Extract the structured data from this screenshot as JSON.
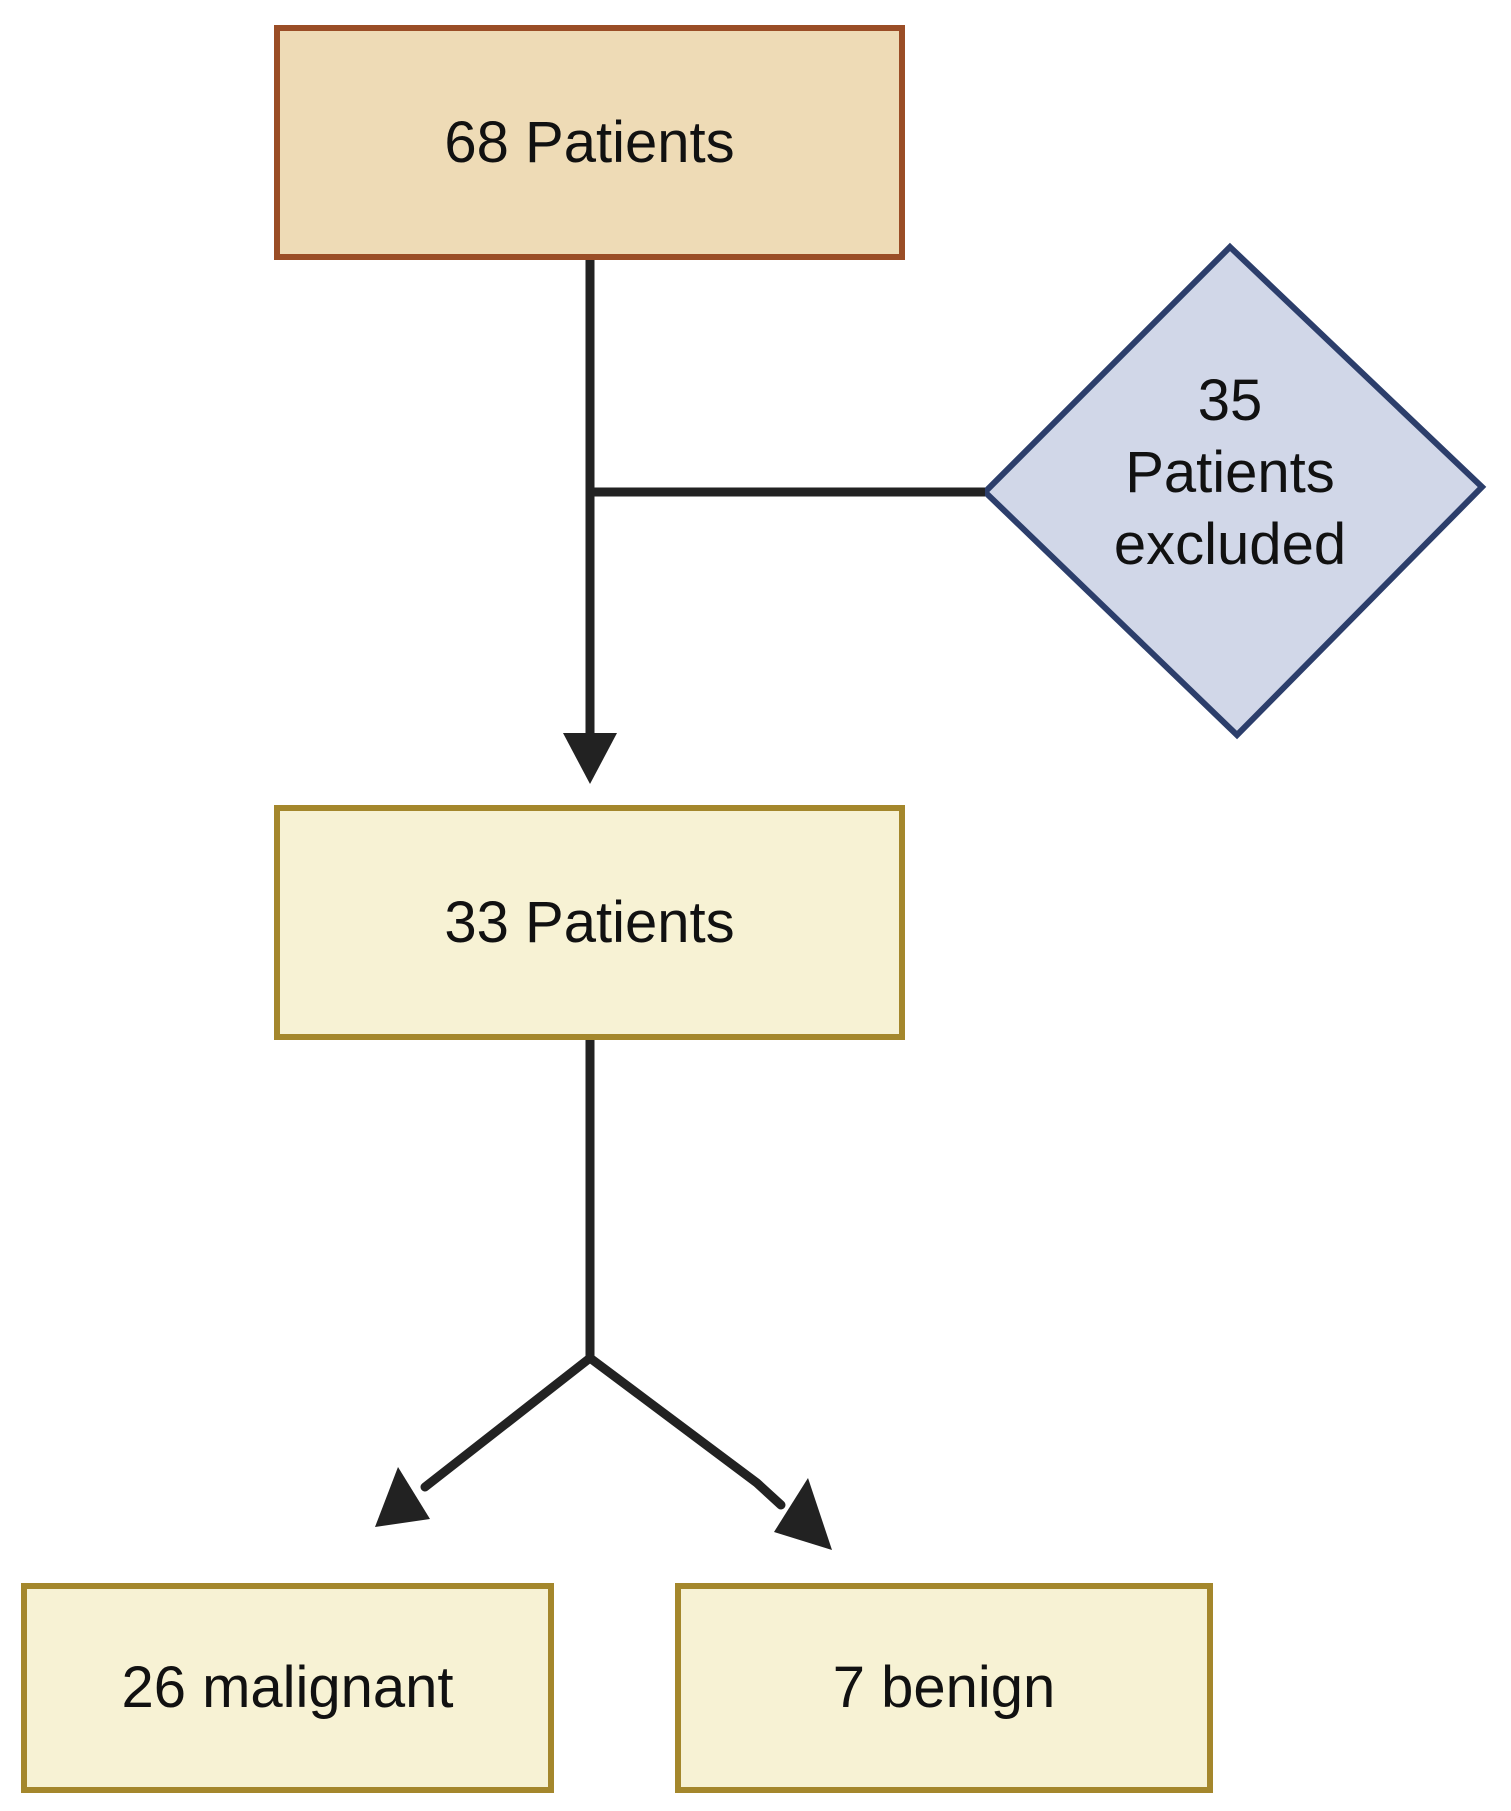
{
  "nodes": {
    "start": {
      "label": "68 Patients"
    },
    "excluded": {
      "line1": "35",
      "line2": "Patients",
      "line3": "excluded"
    },
    "included": {
      "label": "33 Patients"
    },
    "malignant": {
      "label": "26 malignant"
    },
    "benign": {
      "label": "7 benign"
    }
  },
  "colors": {
    "start_fill": "#eedbb6",
    "start_border": "#9a4d26",
    "excluded_fill": "#d1d7e8",
    "excluded_border": "#2c3e6b",
    "box_fill": "#f7f2d4",
    "box_border": "#a4872c",
    "connector": "#222222"
  }
}
